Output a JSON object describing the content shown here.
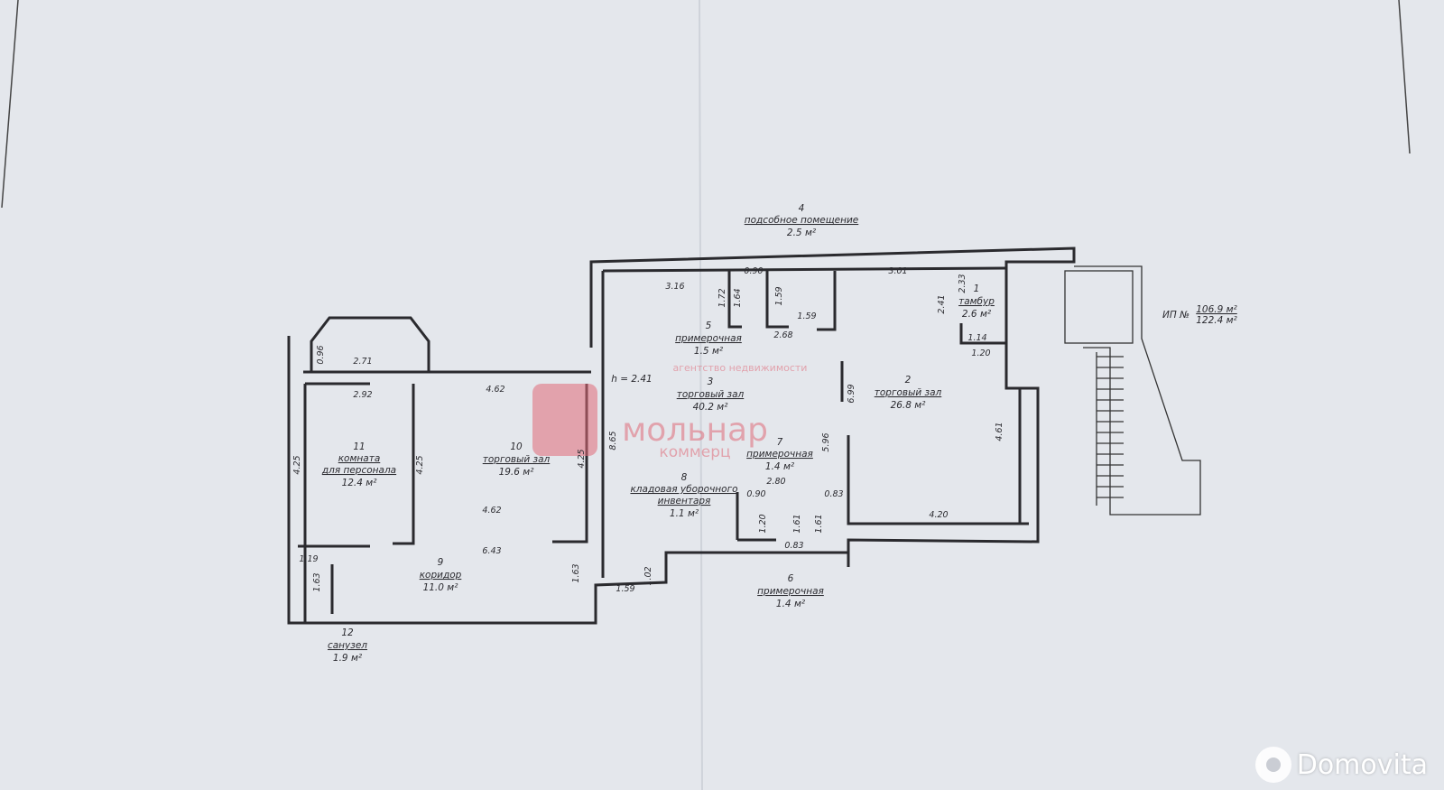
{
  "plan": {
    "ceiling_height": "h = 2.41",
    "totals": {
      "prefix": "ИП №",
      "area1": "106.9 м²",
      "area2": "122.4 м²"
    },
    "rooms": [
      {
        "num": "1",
        "name": "тамбур",
        "area": "2.6 м²"
      },
      {
        "num": "2",
        "name": "торговый зал",
        "area": "26.8 м²"
      },
      {
        "num": "3",
        "name": "торговый зал",
        "area": "40.2 м²"
      },
      {
        "num": "4",
        "name": "подсобное помещение",
        "area": "2.5 м²"
      },
      {
        "num": "5",
        "name": "примерочная",
        "area": "1.5 м²"
      },
      {
        "num": "6",
        "name": "примерочная",
        "area": "1.4 м²"
      },
      {
        "num": "7",
        "name": "примерочная",
        "area": "1.4 м²"
      },
      {
        "num": "8",
        "name": "кладовая уборочного",
        "name2": "инвентаря",
        "area": "1.1 м²"
      },
      {
        "num": "9",
        "name": "коридор",
        "area": "11.0 м²"
      },
      {
        "num": "10",
        "name": "торговый зал",
        "area": "19.6 м²"
      },
      {
        "num": "11",
        "name": "комната",
        "name2": "для персонала",
        "area": "12.4 м²"
      },
      {
        "num": "12",
        "name": "санузел",
        "area": "1.9 м²"
      }
    ],
    "dims": [
      "3.16",
      "1.72",
      "1.64",
      "0.90",
      "1.59",
      "1.59",
      "2.68",
      "3.01",
      "2.33",
      "2.41",
      "1.14",
      "1.20",
      "6.99",
      "5.96",
      "4.61",
      "4.20",
      "8.65",
      "2.80",
      "0.90",
      "1.20",
      "1.61",
      "0.83",
      "1.61",
      "0.83",
      "1.02",
      "1.59",
      "1.63",
      "4.62",
      "4.25",
      "4.25",
      "4.25",
      "4.62",
      "6.43",
      "2.71",
      "2.92",
      "0.96",
      "1.19",
      "1.63"
    ]
  },
  "watermark": {
    "line1": "агентство недвижимости",
    "brand": "мольнар",
    "line3": "коммерц"
  },
  "logo": {
    "text": "Domovita"
  },
  "colors": {
    "paper": "#e4e7ec",
    "ink": "#2a2a2e",
    "watermark": "#e06a78"
  }
}
